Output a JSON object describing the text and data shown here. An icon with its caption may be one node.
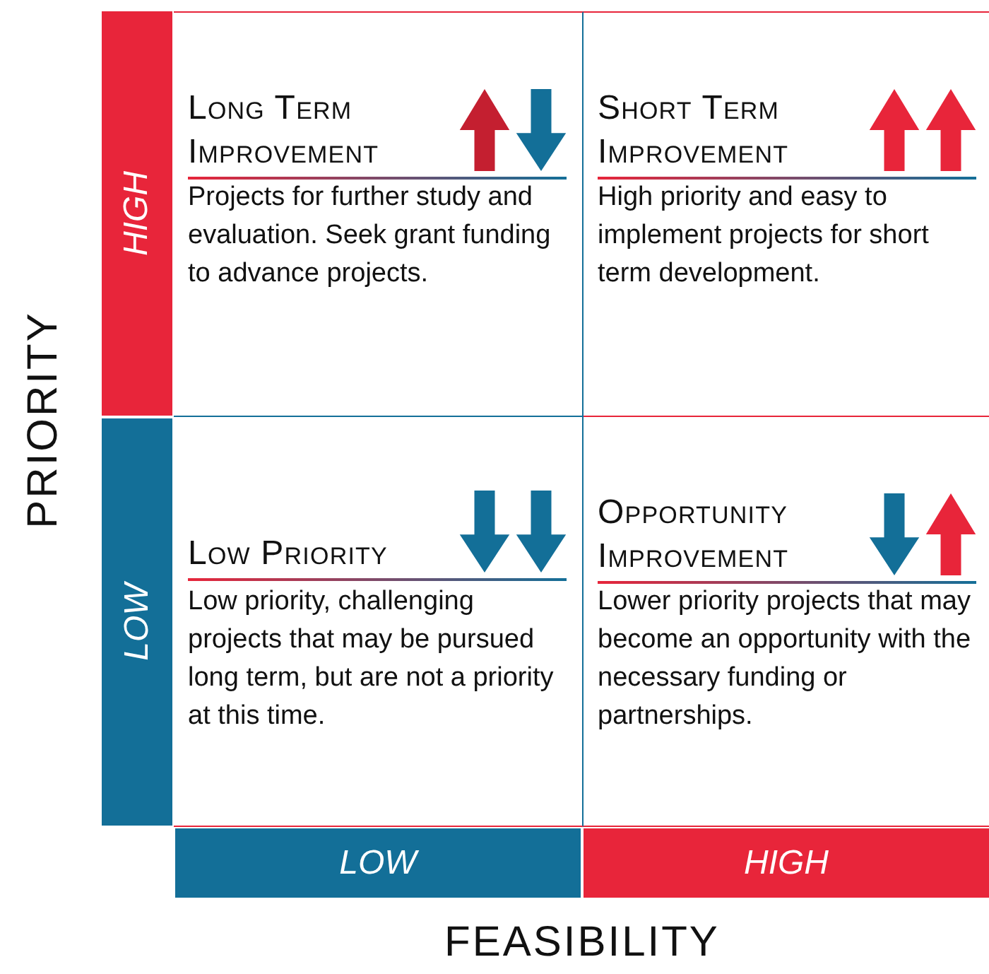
{
  "diagram": {
    "nodes": [
      {
        "text": [
          "HIGH"
        ]
      },
      {
        "text": [
          "Long Term Improvement",
          "Projects for further study and evaluation. Seek grant funding to advance projects."
        ]
      },
      {
        "text": [
          "Short Term Improvement",
          "High priority and easy to implement projects for short term development."
        ]
      },
      {
        "text": [
          "LOW"
        ]
      },
      {
        "text": [
          "Low Priority",
          "Low priority, challenging projects that may be pursued long term, but are not a priority at this time."
        ]
      },
      {
        "text": [
          "Opportunity Improvement",
          "Lower priority projects that may become an opportunity with the necessary funding or partnerships."
        ]
      },
      {
        "text": [
          "LOW"
        ]
      },
      {
        "text": [
          "HIGH"
        ]
      }
    ],
    "labels": [
      "PRIORITY",
      "FEASIBILITY"
    ]
  }
}
